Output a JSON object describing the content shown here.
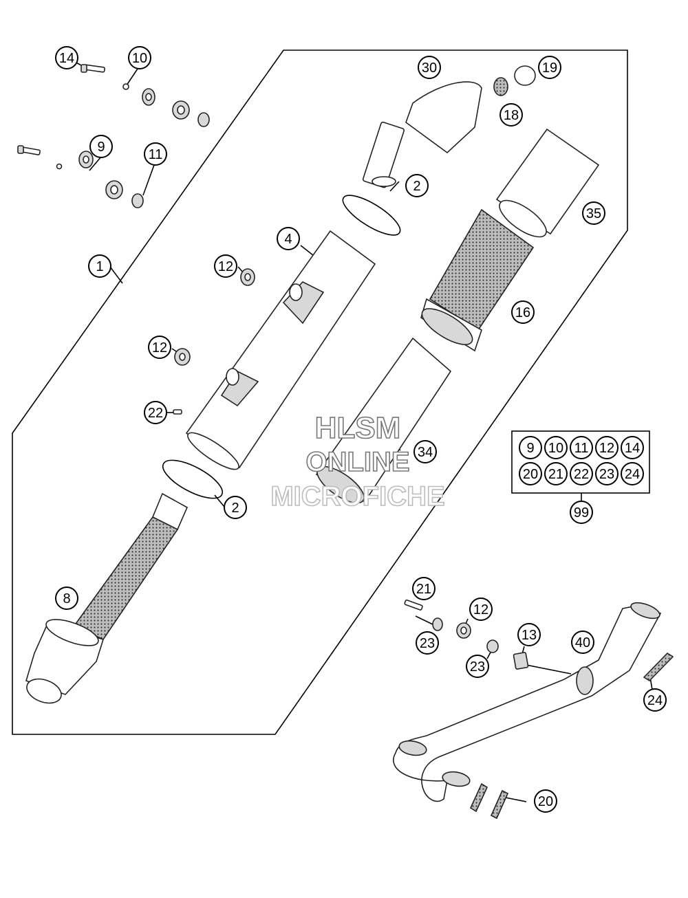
{
  "callouts": [
    {
      "id": "c14a",
      "label": "14"
    },
    {
      "id": "c10",
      "label": "10"
    },
    {
      "id": "c9",
      "label": "9"
    },
    {
      "id": "c11",
      "label": "11"
    },
    {
      "id": "c1",
      "label": "1"
    },
    {
      "id": "c12a",
      "label": "12"
    },
    {
      "id": "c4",
      "label": "4"
    },
    {
      "id": "c12b",
      "label": "12"
    },
    {
      "id": "c22",
      "label": "22"
    },
    {
      "id": "c2a",
      "label": "2"
    },
    {
      "id": "c8",
      "label": "8"
    },
    {
      "id": "c30",
      "label": "30"
    },
    {
      "id": "c18",
      "label": "18"
    },
    {
      "id": "c19",
      "label": "19"
    },
    {
      "id": "c2b",
      "label": "2"
    },
    {
      "id": "c35",
      "label": "35"
    },
    {
      "id": "c16",
      "label": "16"
    },
    {
      "id": "c34",
      "label": "34"
    },
    {
      "id": "c99",
      "label": "99"
    },
    {
      "id": "c21",
      "label": "21"
    },
    {
      "id": "c12c",
      "label": "12"
    },
    {
      "id": "c23a",
      "label": "23"
    },
    {
      "id": "c13",
      "label": "13"
    },
    {
      "id": "c23b",
      "label": "23"
    },
    {
      "id": "c40",
      "label": "40"
    },
    {
      "id": "c24",
      "label": "24"
    },
    {
      "id": "c20",
      "label": "20"
    }
  ],
  "kit_box": {
    "row1": [
      "9",
      "10",
      "11",
      "12",
      "14"
    ],
    "row2": [
      "20",
      "21",
      "22",
      "23",
      "24"
    ]
  },
  "watermark": {
    "line1": "HLSM",
    "line2": "ONLINE",
    "line3": "MICROFICHE"
  }
}
